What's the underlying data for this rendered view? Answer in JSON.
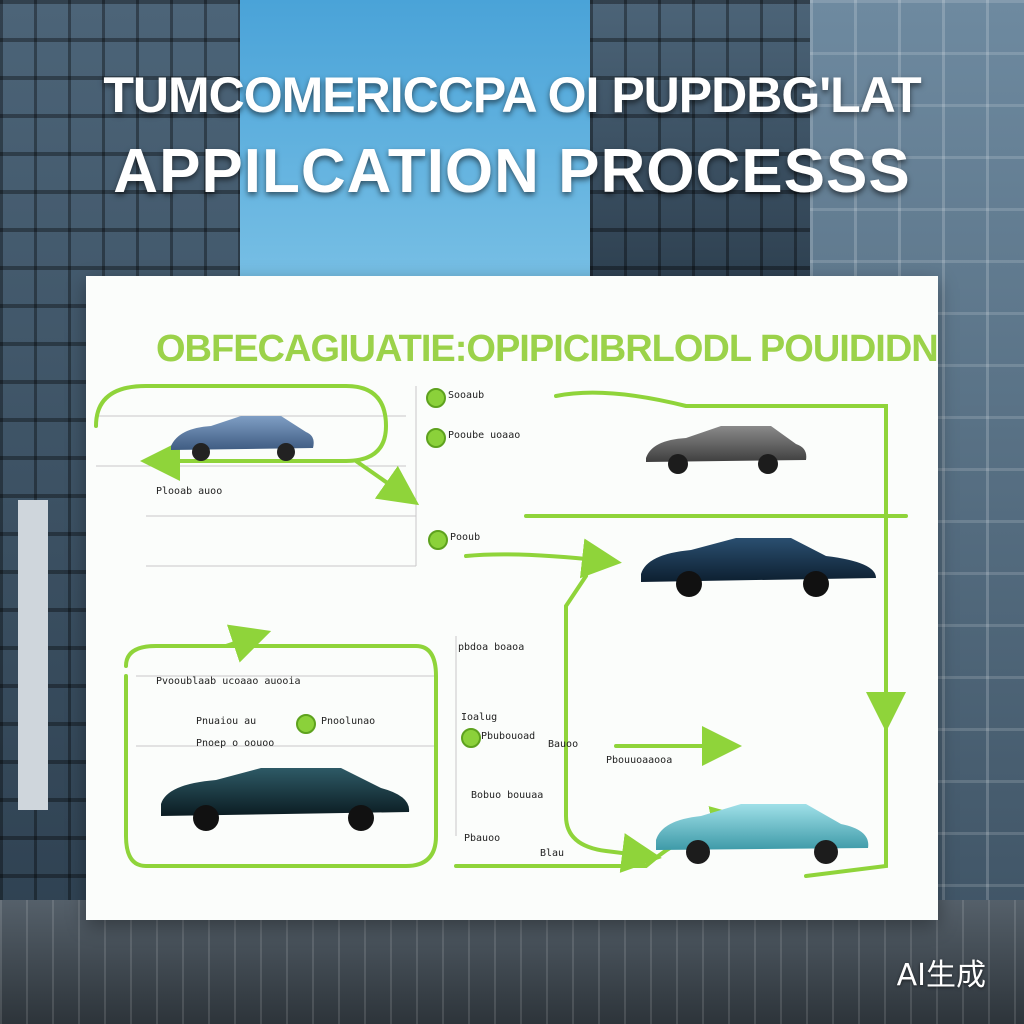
{
  "headline": {
    "line1": "TUMCOMERICCPA OI PUPDBG'LAT",
    "line2": "APPILCATION PROCESSS"
  },
  "panel": {
    "title": "OBFECAGIUATIE:OPIPICIBRLODL POUIDIDNS"
  },
  "labels": {
    "top_item_1": "Sooaub",
    "top_item_2": "Pooube uoaao",
    "left_row": "Plooab auoo",
    "mid_item": "Pooub",
    "lower_heading": "Pvooublaab ucoaao auooia",
    "lower_a": "Pnuaiou au",
    "lower_b": "Pnoep o oouoo",
    "lower_c": "Pnoolunao",
    "right_head": "pbdoa boaoa",
    "right_a": "Ioalug",
    "right_b": "Pbubouoad",
    "right_c": "Bauoo",
    "right_d": "Bobuo bouuaa",
    "right_e": "Pbauoo",
    "right_f": "Blau",
    "right_g": "Pbouuoaaooa"
  },
  "watermark": "AI生成",
  "colors": {
    "arrow_green": "#8fd43a",
    "title_green": "#9bd24a"
  }
}
